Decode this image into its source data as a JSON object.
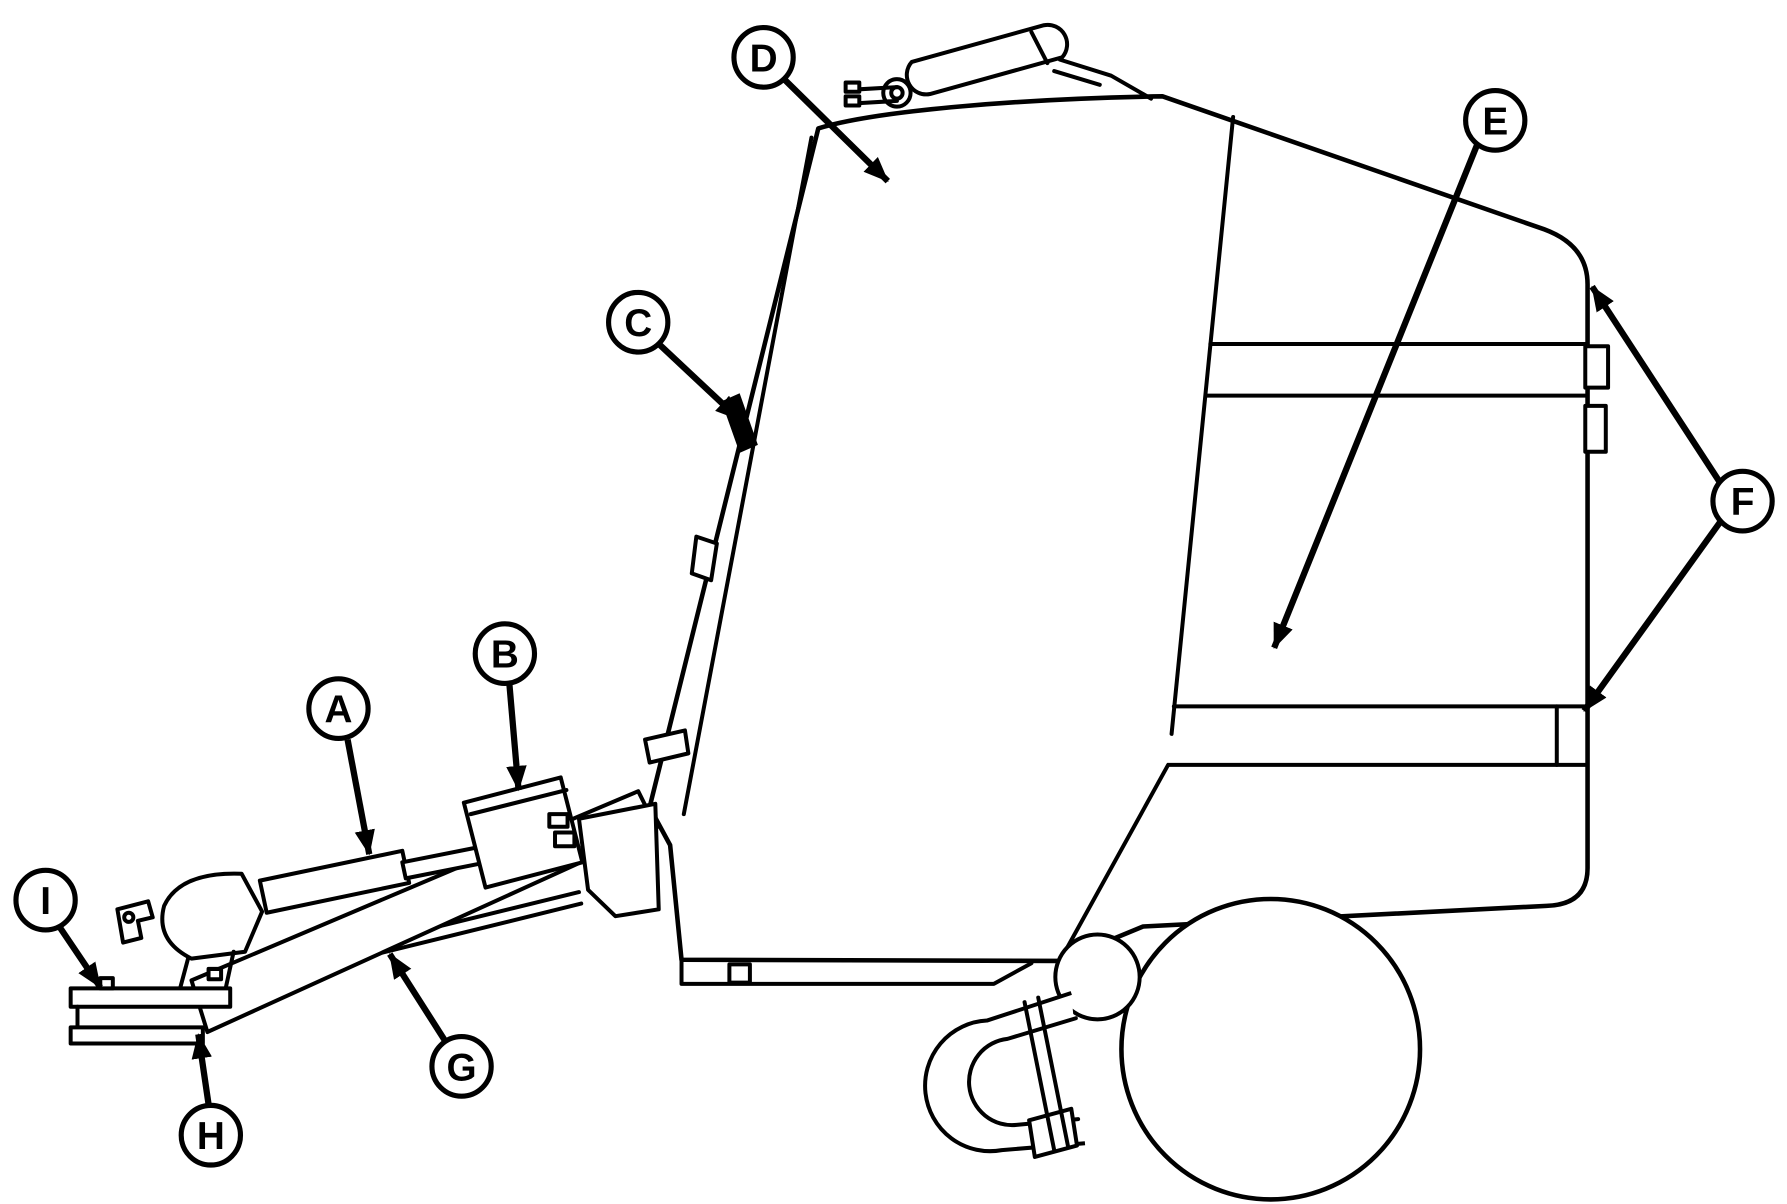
{
  "diagram": {
    "colors": {
      "line": "#000000",
      "background": "#ffffff"
    },
    "callouts": [
      {
        "letter": "A"
      },
      {
        "letter": "B"
      },
      {
        "letter": "C"
      },
      {
        "letter": "D"
      },
      {
        "letter": "E"
      },
      {
        "letter": "F"
      },
      {
        "letter": "G"
      },
      {
        "letter": "H"
      },
      {
        "letter": "I"
      }
    ]
  }
}
